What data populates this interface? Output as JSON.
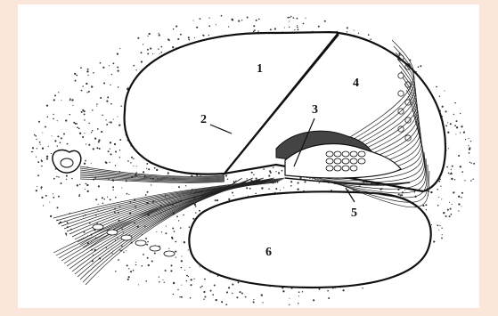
{
  "figure": {
    "labels": [
      {
        "key": "l1",
        "text": "1"
      },
      {
        "key": "l2",
        "text": "2"
      },
      {
        "key": "l3",
        "text": "3"
      },
      {
        "key": "l4",
        "text": "4"
      },
      {
        "key": "l5",
        "text": "5"
      },
      {
        "key": "l6",
        "text": "6"
      }
    ]
  }
}
